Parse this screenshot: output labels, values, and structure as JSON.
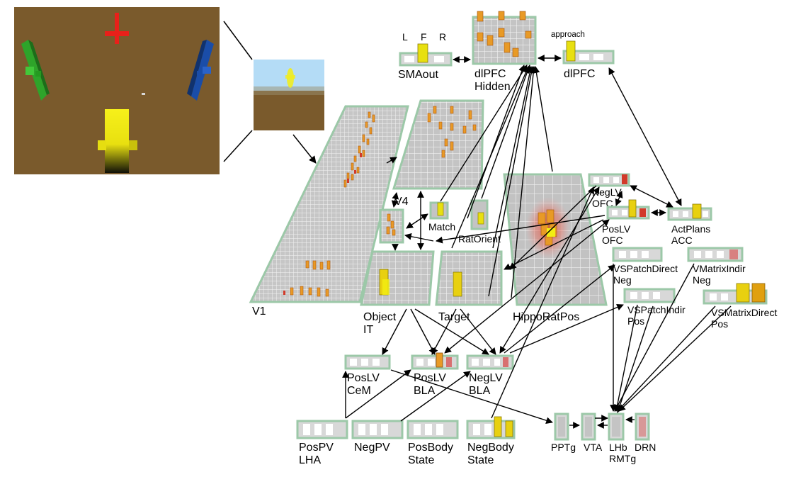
{
  "layers": {
    "V1": "V1",
    "V4": "V4",
    "Match": "Match",
    "RatOrient": "RatOrient",
    "ObjectIT_1": "Object",
    "ObjectIT_2": "IT",
    "Target": "Target",
    "HippoRatPos": "HippoRatPos",
    "SMAout": "SMAout",
    "dlPFCHidden_1": "dlPFC",
    "dlPFCHidden_2": "Hidden",
    "dlPFC": "dlPFC",
    "NegLVOFC_1": "NegLV",
    "NegLVOFC_2": "OFC",
    "PosLVOFC_1": "PosLV",
    "PosLVOFC_2": "OFC",
    "ActPlansACC_1": "ActPlans",
    "ActPlansACC_2": "ACC",
    "VSPatchDirectNeg_1": "VSPatchDirect",
    "VSPatchDirectNeg_2": "Neg",
    "VMatrixIndirNeg_1": "VMatrixIndir",
    "VMatrixIndirNeg_2": "Neg",
    "VSPatchIndirPos_1": "VSPatchIndir",
    "VSPatchIndirPos_2": "Pos",
    "VSMatrixDirectPos_1": "VSMatrixDirect",
    "VSMatrixDirectPos_2": "Pos",
    "PosLVCeM_1": "PosLV",
    "PosLVCeM_2": "CeM",
    "PosLVBLA_1": "PosLV",
    "PosLVBLA_2": "BLA",
    "NegLVBLA_1": "NegLV",
    "NegLVBLA_2": "BLA",
    "PosPVLHA_1": "PosPV",
    "PosPVLHA_2": "LHA",
    "NegPV": "NegPV",
    "PosBodyState_1": "PosBody",
    "PosBodyState_2": "State",
    "NegBodyState_1": "NegBody",
    "NegBodyState_2": "State",
    "PPTg": "PPTg",
    "VTA": "VTA",
    "LHbRMTg_1": "LHb",
    "LHbRMTg_2": "RMTg",
    "DRN": "DRN"
  },
  "sma_units": {
    "L": "L",
    "F": "F",
    "R": "R"
  },
  "dlpfc_unit": "approach",
  "colors": {
    "ground": "#7a5a2c",
    "sky": "#b4dcf6",
    "layer_border": "#9cc8a8",
    "layer_fill": "#d8d8d8",
    "unit_off": "#b8b8b8",
    "act_yellow": "#f1e61c",
    "act_orange": "#e89a26",
    "act_red": "#d23a2a",
    "obj_red": "#e8201a",
    "obj_green": "#2ea42a",
    "obj_blue": "#1a4da8",
    "obj_yellow": "#f2ee12"
  },
  "icons": {
    "world": "3d-world-view-icon",
    "retina": "retina-view-icon"
  }
}
